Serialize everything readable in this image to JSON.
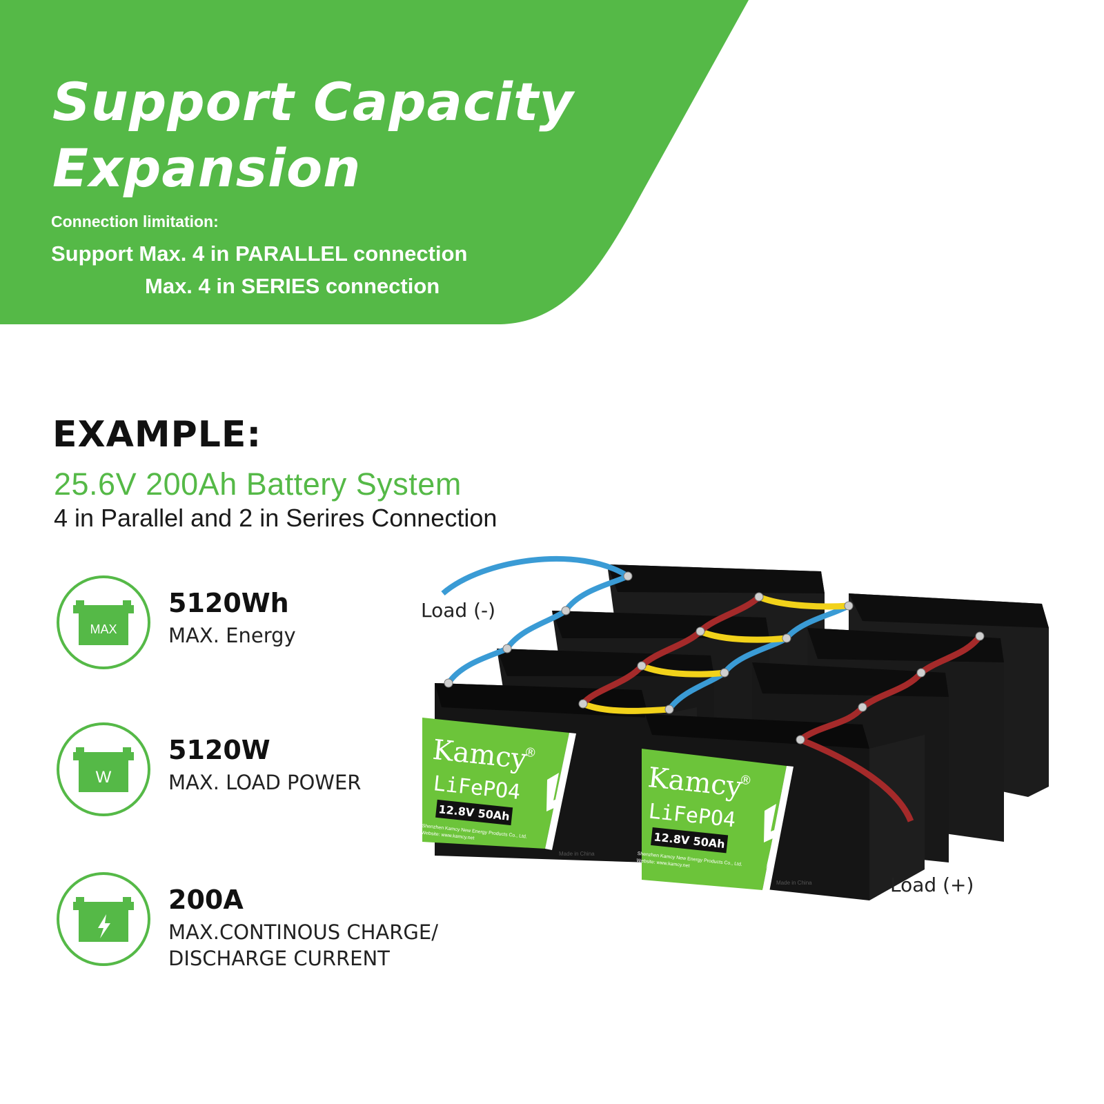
{
  "header": {
    "title_line1": "Support Capacity",
    "title_line2": "Expansion",
    "connection_label": "Connection limitation:",
    "parallel_text": "Support Max. 4 in PARALLEL connection",
    "series_text": "Max. 4 in SERIES connection"
  },
  "example": {
    "heading": "EXAMPLE:",
    "system": "25.6V 200Ah Battery System",
    "connection": "4 in Parallel and 2 in Serires Connection"
  },
  "specs": [
    {
      "icon": "battery-max-icon",
      "icon_text": "MAX",
      "value": "5120Wh",
      "label": "MAX. Energy"
    },
    {
      "icon": "battery-w-icon",
      "icon_text": "W",
      "value": "5120W",
      "label": "MAX. LOAD POWER"
    },
    {
      "icon": "battery-bolt-icon",
      "icon_text": "",
      "value": "200A",
      "label_line1": "MAX.CONTINOUS CHARGE/",
      "label_line2": "DISCHARGE CURRENT"
    }
  ],
  "diagram": {
    "load_negative": "Load (-)",
    "load_positive": "Load (+)",
    "battery": {
      "brand": "Kamcy",
      "registered": "®",
      "chemistry": "LiFePO4",
      "rating": "12.8V 50Ah",
      "maker_line1": "Shenzhen Kamcy New Energy Products Co., Ltd.",
      "maker_line2": "Website: www.kamcy.net",
      "origin": "Made in China"
    },
    "wire_colors": {
      "negative": "#3a9bd5",
      "positive": "#a52a2a",
      "series": "#f2d21a"
    }
  },
  "colors": {
    "brand_green": "#55b947",
    "label_green": "#6cc43a",
    "battery_black": "#151515"
  }
}
